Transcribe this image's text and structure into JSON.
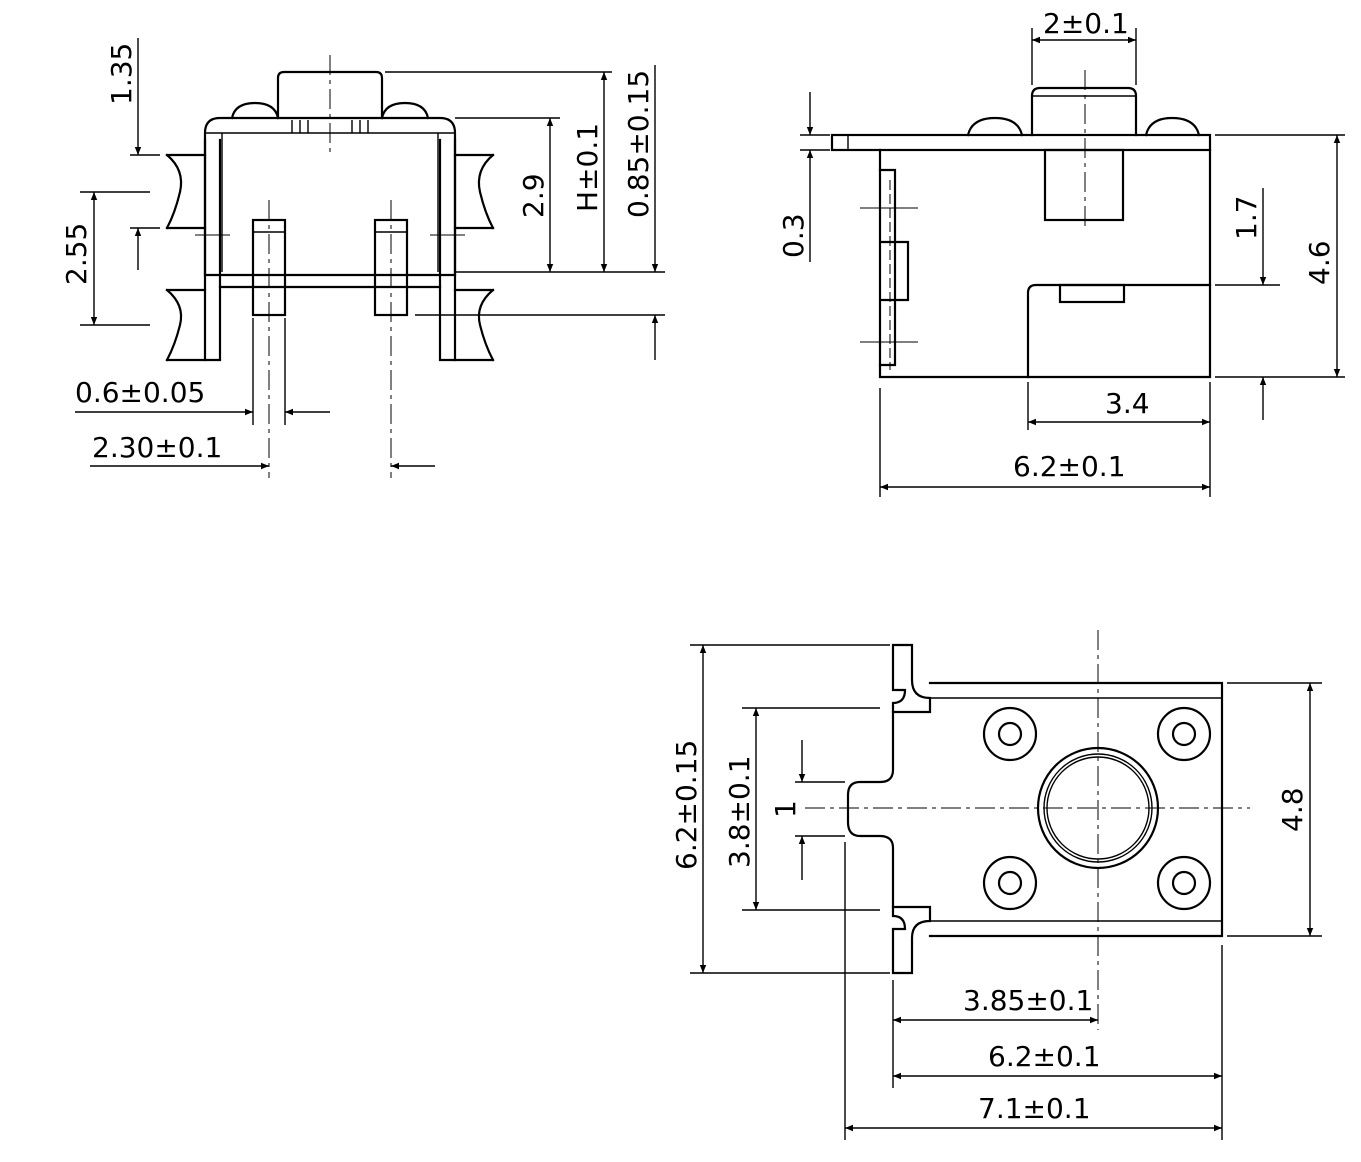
{
  "front_view": {
    "dims": {
      "d_135": "1.35",
      "d_255": "2.55",
      "d_29": "2.9",
      "d_h": "H±0.1",
      "d_085": "0.85±0.15",
      "d_06": "0.6±0.05",
      "d_230": "2.30±0.1"
    }
  },
  "side_view": {
    "dims": {
      "d_2": "2±0.1",
      "d_03": "0.3",
      "d_17": "1.7",
      "d_46": "4.6",
      "d_34": "3.4",
      "d_62": "6.2±0.1"
    }
  },
  "top_view": {
    "dims": {
      "d_62_015": "6.2±0.15",
      "d_38": "3.8±0.1",
      "d_1": "1",
      "d_48": "4.8",
      "d_385": "3.85±0.1",
      "d_62": "6.2±0.1",
      "d_71": "7.1±0.1"
    }
  }
}
